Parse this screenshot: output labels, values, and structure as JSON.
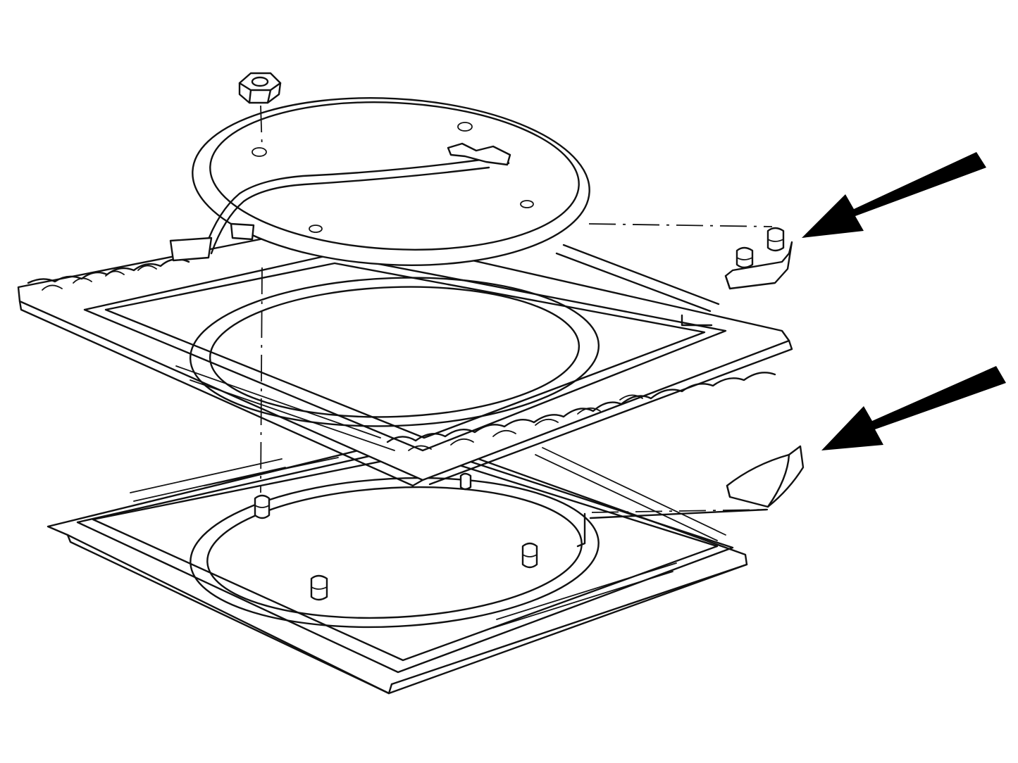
{
  "diagram": {
    "kind": "exploded-assembly-line-drawing",
    "line_color": "#111111",
    "background_color": "#ffffff",
    "arrow_color": "#000000",
    "parts": [
      {
        "name": "hex-nut"
      },
      {
        "name": "upper-round-plate"
      },
      {
        "name": "middle-frame-panel"
      },
      {
        "name": "lower-base-panel"
      },
      {
        "name": "upper-spacer-block"
      },
      {
        "name": "lower-spacer-block"
      }
    ],
    "callout_arrows": [
      {
        "name": "upper-arrow",
        "points_to": "upper-spacer-block"
      },
      {
        "name": "lower-arrow",
        "points_to": "lower-spacer-block"
      }
    ]
  }
}
